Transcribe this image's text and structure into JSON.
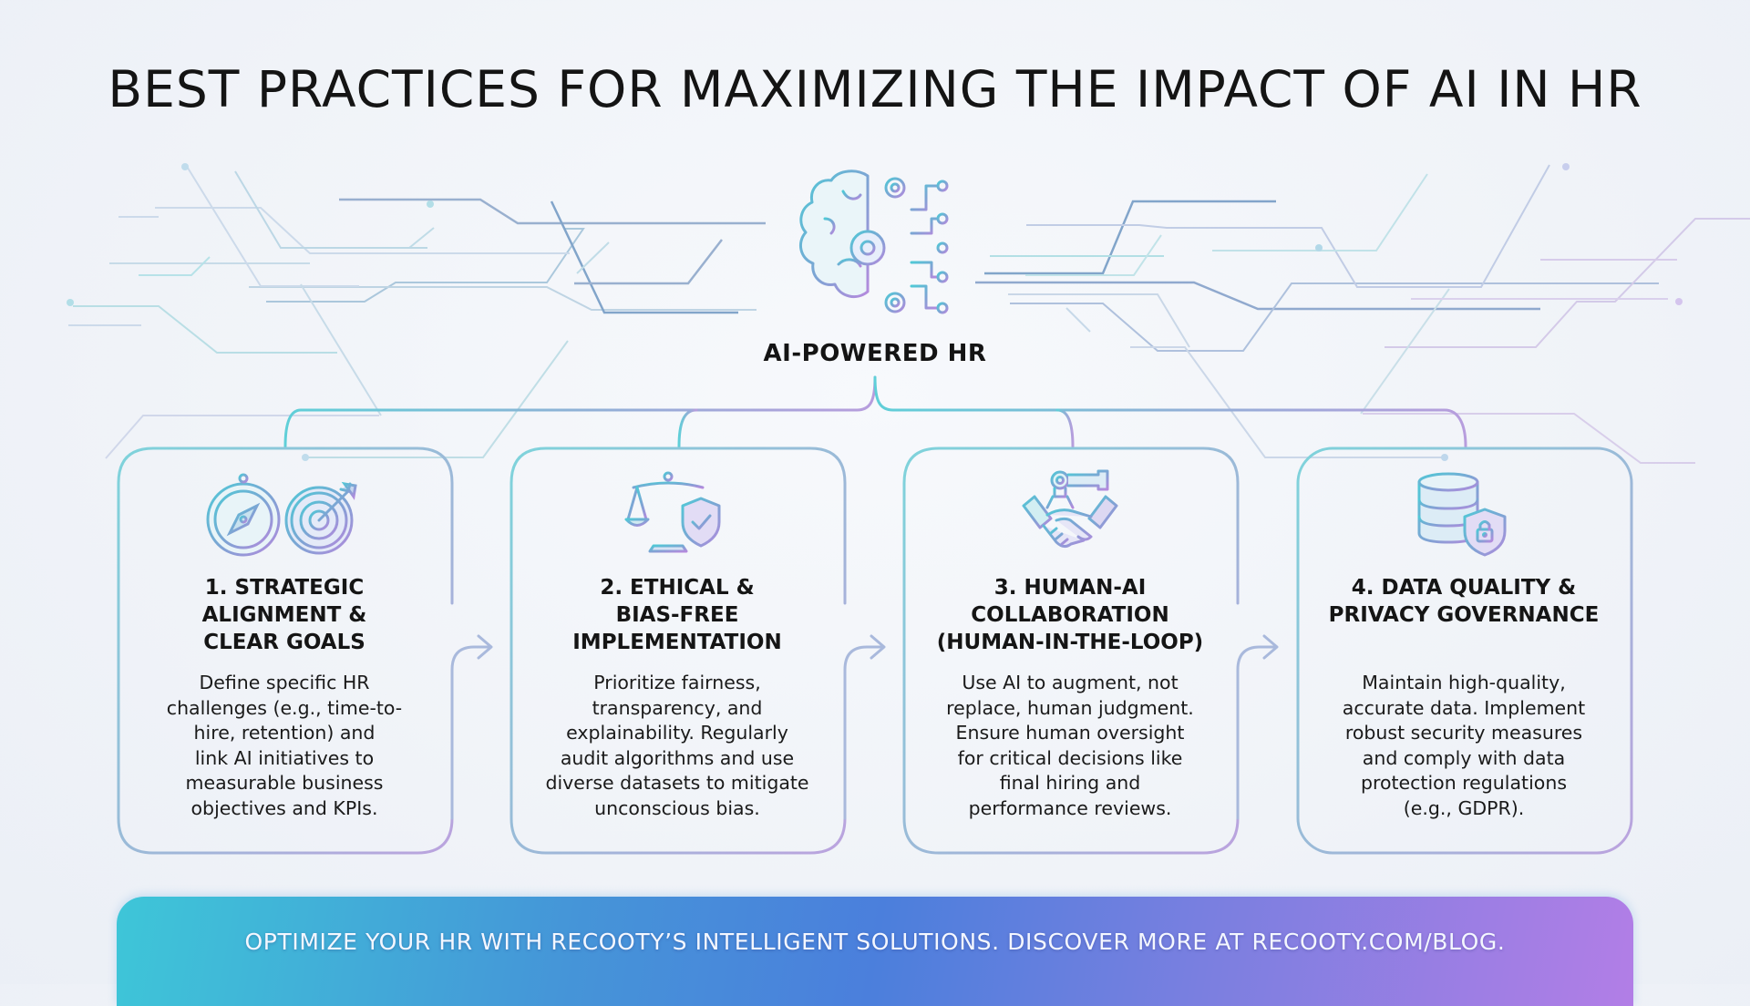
{
  "header": {
    "title": "BEST PRACTICES FOR MAXIMIZING THE IMPACT OF AI IN HR"
  },
  "hub": {
    "label": "AI-POWERED HR",
    "icon": "brain-gear-circuit-icon"
  },
  "colors": {
    "teal": "#4fc9d6",
    "blue": "#7fa3d4",
    "purple": "#b496dc",
    "text": "#151515",
    "banner_start": "#3ec6d8",
    "banner_mid": "#4b7fdc",
    "banner_end": "#b27ee6"
  },
  "cards": [
    {
      "number": "1",
      "heading": "1. STRATEGIC\nALIGNMENT &\nCLEAR GOALS",
      "body": "Define specific HR\nchallenges (e.g., time-to-\nhire, retention) and\nlink AI initiatives to\nmeasurable business\nobjectives and KPIs.",
      "icons": [
        "compass-icon",
        "target-icon"
      ]
    },
    {
      "number": "2",
      "heading": "2. ETHICAL &\nBIAS-FREE\nIMPLEMENTATION",
      "body": "Prioritize fairness,\ntransparency, and\nexplainability. Regularly\naudit algorithms and use\ndiverse datasets to mitigate\nunconscious bias.",
      "icons": [
        "scales-icon",
        "shield-check-icon"
      ]
    },
    {
      "number": "3",
      "heading": "3. HUMAN-AI\nCOLLABORATION\n(HUMAN-IN-THE-LOOP)",
      "body": "Use AI to augment, not\nreplace, human judgment.\nEnsure human oversight\nfor critical decisions like\nfinal hiring and\nperformance reviews.",
      "icons": [
        "robot-arm-handshake-icon"
      ]
    },
    {
      "number": "4",
      "heading": "4. DATA QUALITY &\nPRIVACY GOVERNANCE",
      "body": "Maintain high-quality,\naccurate data. Implement\nrobust security measures\nand comply with data\nprotection regulations\n(e.g., GDPR).",
      "icons": [
        "database-icon",
        "shield-lock-icon"
      ]
    }
  ],
  "banner": {
    "text": "OPTIMIZE YOUR HR WITH RECOOTY’S INTELLIGENT SOLUTIONS. DISCOVER MORE AT RECOOTY.COM/BLOG."
  }
}
